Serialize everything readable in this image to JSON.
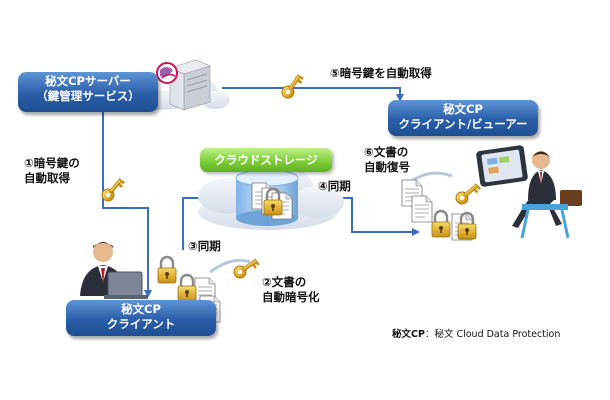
{
  "server": {
    "line1": "秘文CPサーバー",
    "line2": "（鍵管理サービス）"
  },
  "viewer": {
    "line1": "秘文CP",
    "line2": "クライアント/ビューアー"
  },
  "client": {
    "line1": "秘文CP",
    "line2": "クライアント"
  },
  "storage": {
    "label": "クラウドストレージ"
  },
  "steps": {
    "s1": {
      "line1": "①暗号鍵の",
      "line2": "自動取得"
    },
    "s2": {
      "line1": "②文書の",
      "line2": "自動暗号化"
    },
    "s3": {
      "line1": "③同期"
    },
    "s4": {
      "line1": "④同期"
    },
    "s5": {
      "line1": "⑤暗号鍵を自動取得"
    },
    "s6": {
      "line1": "⑥文書の",
      "line2": "自動復号"
    }
  },
  "footnote": {
    "term": "秘文CP",
    "definition": "：秘文 Cloud Data Protection"
  },
  "colors": {
    "box_blue": "#2a5ea8",
    "arrow_blue": "#3a6fbf",
    "storage_green": "#7fcf3a",
    "key_gold": "#e1b21c",
    "lock_gold": "#d9a82a"
  }
}
